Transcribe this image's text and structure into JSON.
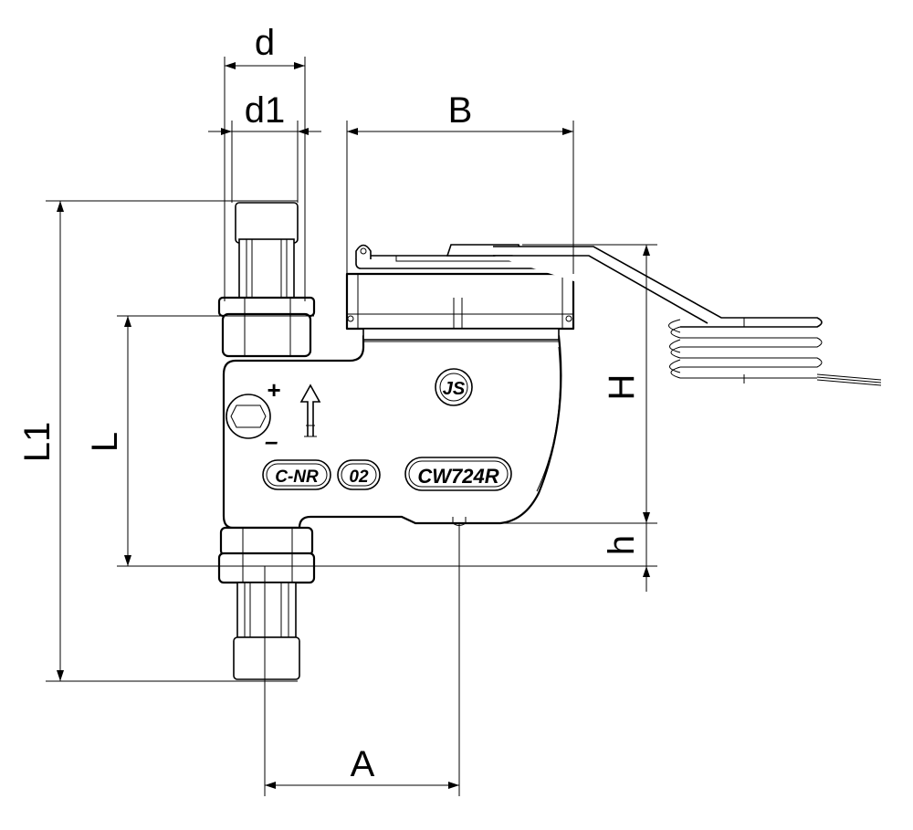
{
  "dimensions": {
    "d": "d",
    "d1": "d1",
    "B": "B",
    "L1": "L1",
    "L": "L",
    "H": "H",
    "h": "h",
    "A": "A"
  },
  "markings": {
    "certification": "C-NR",
    "class": "02",
    "material": "CW724R",
    "logo": "JS",
    "plus": "+",
    "minus": "–"
  },
  "colors": {
    "line": "#000000",
    "background": "#ffffff"
  }
}
